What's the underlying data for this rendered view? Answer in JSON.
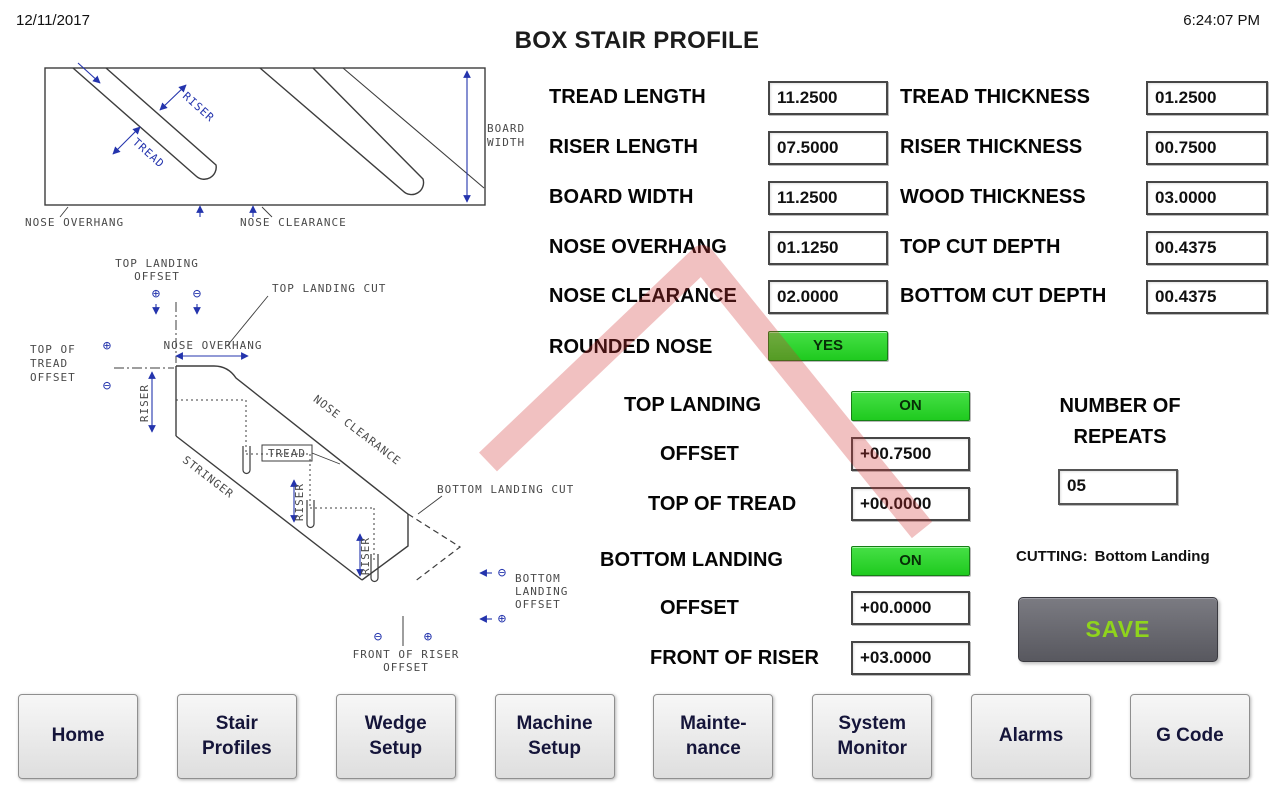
{
  "header": {
    "date": "12/11/2017",
    "time": "6:24:07 PM",
    "title": "BOX STAIR PROFILE"
  },
  "profile_fields": [
    {
      "label": "TREAD LENGTH",
      "value": "11.2500"
    },
    {
      "label": "TREAD THICKNESS",
      "value": "01.2500"
    },
    {
      "label": "RISER LENGTH",
      "value": "07.5000"
    },
    {
      "label": "RISER THICKNESS",
      "value": "00.7500"
    },
    {
      "label": "BOARD WIDTH",
      "value": "11.2500"
    },
    {
      "label": "WOOD THICKNESS",
      "value": "03.0000"
    },
    {
      "label": "NOSE OVERHANG",
      "value": "01.1250"
    },
    {
      "label": "TOP CUT DEPTH",
      "value": "00.4375"
    },
    {
      "label": "NOSE CLEARANCE",
      "value": "02.0000"
    },
    {
      "label": "BOTTOM CUT DEPTH",
      "value": "00.4375"
    }
  ],
  "rounded_nose": {
    "label": "ROUNDED NOSE",
    "value": "YES"
  },
  "top_landing": {
    "label": "TOP LANDING",
    "value": "ON",
    "offset": {
      "label": "OFFSET",
      "value": "+00.7500"
    },
    "top_of_tread": {
      "label": "TOP OF TREAD",
      "value": "+00.0000"
    }
  },
  "bottom_landing": {
    "label": "BOTTOM LANDING",
    "value": "ON",
    "offset": {
      "label": "OFFSET",
      "value": "+00.0000"
    },
    "front_of_riser": {
      "label": "FRONT OF RISER",
      "value": "+03.0000"
    }
  },
  "repeats": {
    "label": "NUMBER OF\nREPEATS",
    "value": "05"
  },
  "cutting": {
    "label": "CUTTING:",
    "value": "Bottom Landing"
  },
  "save_button": {
    "label": "SAVE"
  },
  "nav": {
    "items": [
      "Home",
      "Stair\nProfiles",
      "Wedge\nSetup",
      "Machine\nSetup",
      "Mainte-\nnance",
      "System\nMonitor",
      "Alarms",
      "G Code"
    ]
  },
  "diagram": {
    "top": {
      "riser": "RISER",
      "tread": "TREAD",
      "board_width_1": "BOARD",
      "board_width_2": "WIDTH",
      "nose_overhang": "NOSE OVERHANG",
      "nose_clearance": "NOSE CLEARANCE"
    },
    "bottom": {
      "top_landing_offset_1": "TOP LANDING",
      "top_landing_offset_2": "OFFSET",
      "top_landing_cut": "TOP LANDING CUT",
      "top_of_tread_1": "TOP OF",
      "top_of_tread_2": "TREAD",
      "top_of_tread_3": "OFFSET",
      "nose_overhang": "NOSE OVERHANG",
      "riser_dim": "RISER",
      "nose_clearance": "NOSE CLEARANCE",
      "tread": "TREAD",
      "stringer": "STRINGER",
      "riser_step_1": "RISER",
      "riser_step_2": "RISER",
      "bottom_landing_cut": "BOTTOM LANDING CUT",
      "bottom_landing_offset_1": "BOTTOM",
      "bottom_landing_offset_2": "LANDING",
      "bottom_landing_offset_3": "OFFSET",
      "front_of_riser_1": "FRONT OF RISER",
      "front_of_riser_2": "OFFSET",
      "plus": "⊕",
      "minus": "⊖"
    }
  },
  "colors": {
    "toggle_green": "#2bd22b",
    "save_text": "#8fd41c",
    "dimension_blue": "#2434ad",
    "watermark_red": "#d23232"
  }
}
